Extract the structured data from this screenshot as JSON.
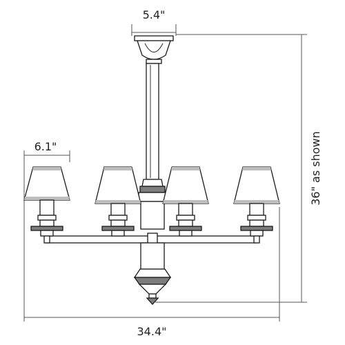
{
  "dimensions": {
    "canopy_width": "5.4\"",
    "shade_width": "6.1\"",
    "overall_height": "36\" as shown",
    "overall_width": "34.4\""
  },
  "colors": {
    "line": "#1a1a1a",
    "dimension_line": "#555555",
    "shade_fill": "#bdbdbd"
  }
}
